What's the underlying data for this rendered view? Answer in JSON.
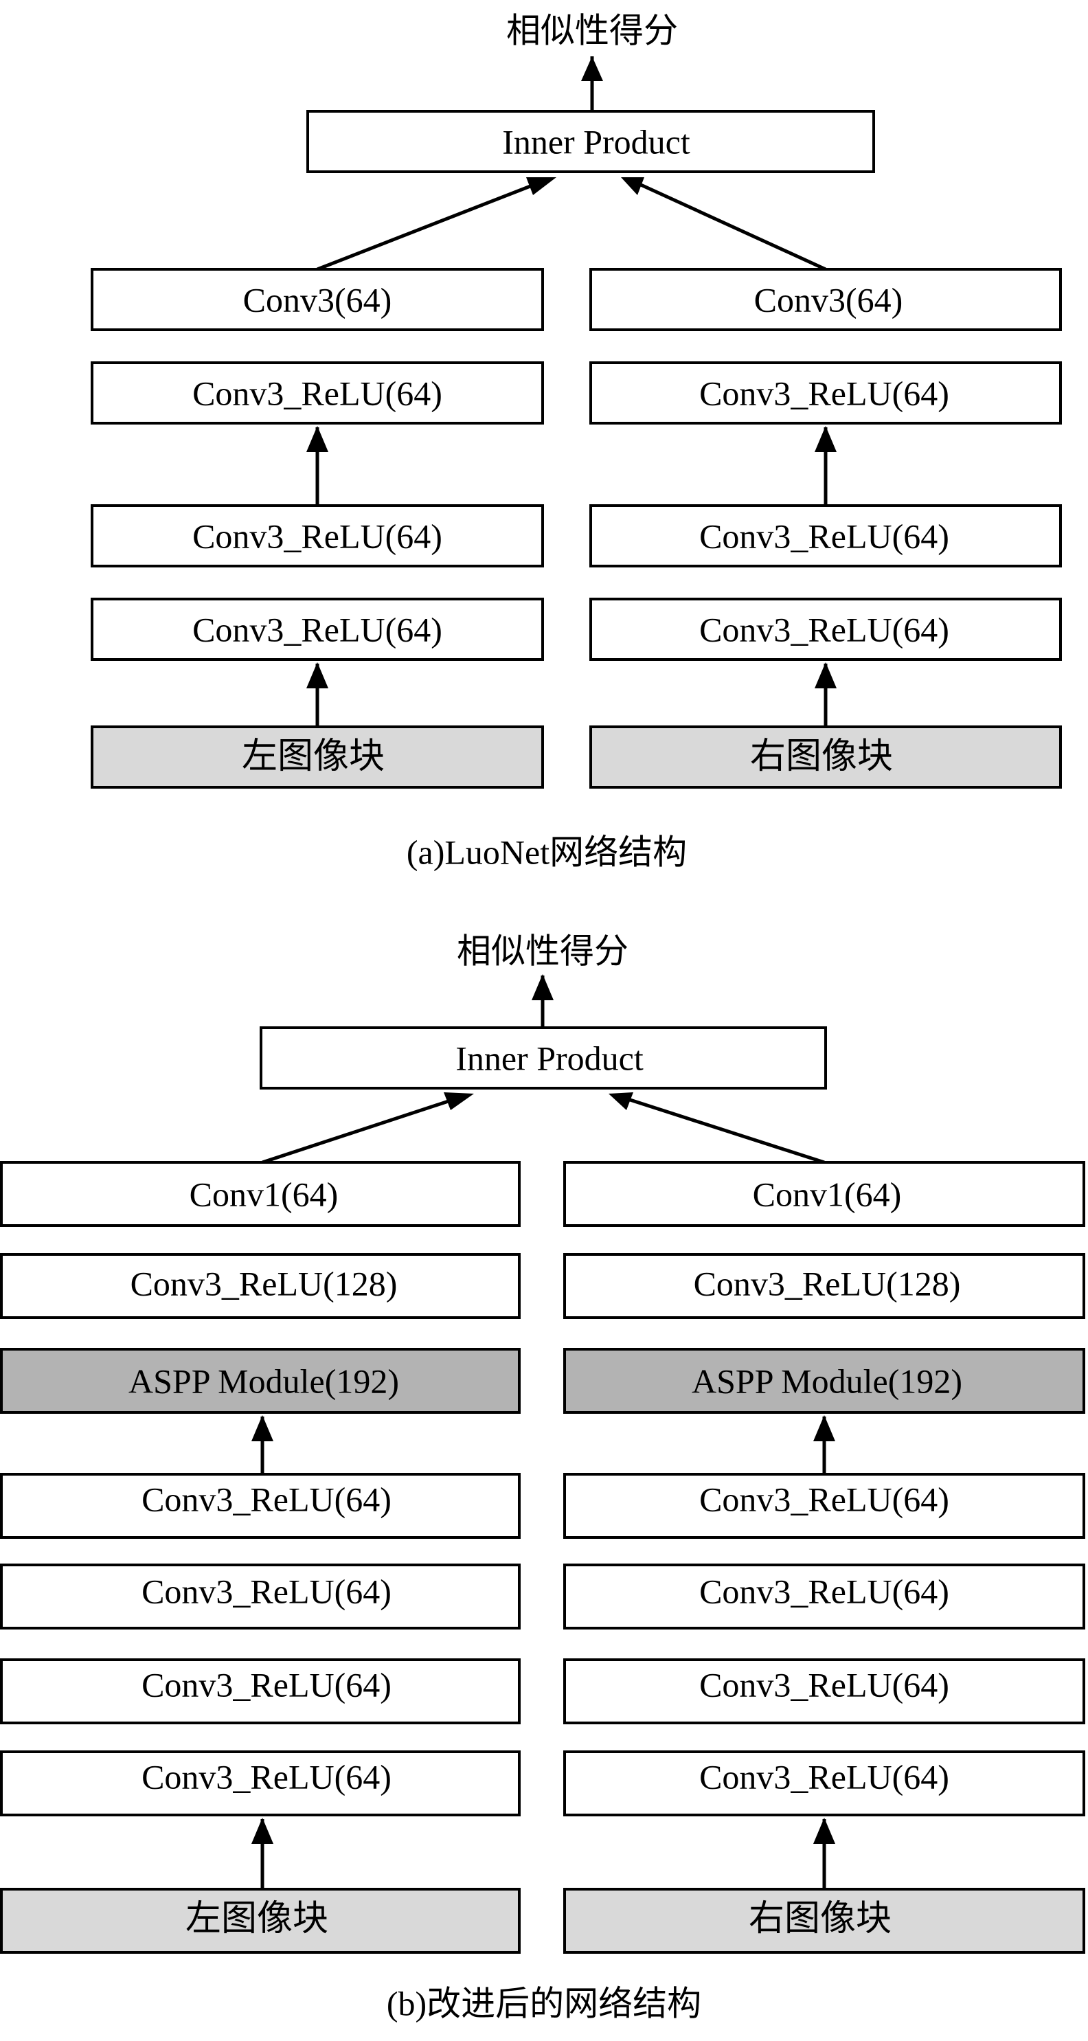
{
  "colors": {
    "box_white": "#ffffff",
    "box_light_gray": "#d9d9d9",
    "box_dark_gray": "#b3b3b3",
    "line": "#000000"
  },
  "diagram_a": {
    "output": "相似性得分",
    "inner_product": "Inner Product",
    "caption": "(a)LuoNet网络结构",
    "left": {
      "layers": [
        "Conv3(64)",
        "Conv3_ReLU(64)",
        "Conv3_ReLU(64)",
        "Conv3_ReLU(64)"
      ],
      "input": "左图像块"
    },
    "right": {
      "layers": [
        "Conv3(64)",
        "Conv3_ReLU(64)",
        "Conv3_ReLU(64)",
        "Conv3_ReLU(64)"
      ],
      "input": "右图像块"
    }
  },
  "diagram_b": {
    "output": "相似性得分",
    "inner_product": "Inner Product",
    "caption": "(b)改进后的网络结构",
    "left": {
      "layers": [
        "Conv1(64)",
        "Conv3_ReLU(128)",
        "ASPP Module(192)",
        "Conv3_ReLU(64)",
        "Conv3_ReLU(64)",
        "Conv3_ReLU(64)",
        "Conv3_ReLU(64)"
      ],
      "input": "左图像块"
    },
    "right": {
      "layers": [
        "Conv1(64)",
        "Conv3_ReLU(128)",
        "ASPP Module(192)",
        "Conv3_ReLU(64)",
        "Conv3_ReLU(64)",
        "Conv3_ReLU(64)",
        "Conv3_ReLU(64)"
      ],
      "input": "右图像块"
    }
  }
}
